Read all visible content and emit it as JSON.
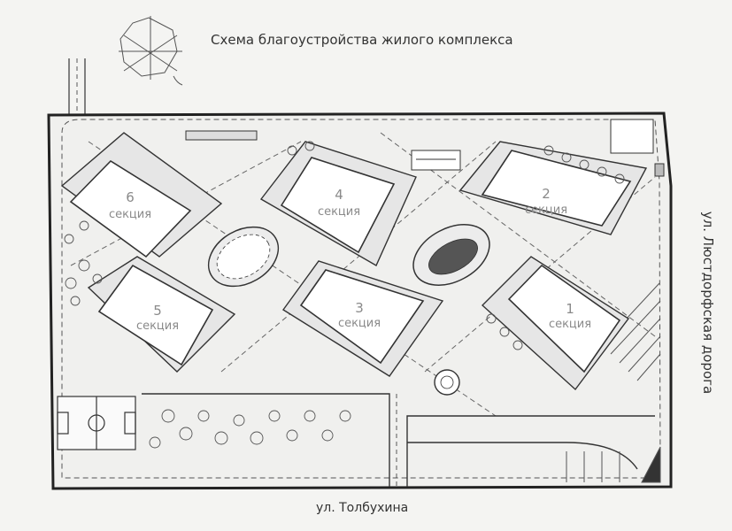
{
  "title": "Схема благоустройства жилого комплекса",
  "streets": {
    "bottom": "ул. Толбухина",
    "right": "ул. Люстдорфская дорога"
  },
  "section_word": "секция",
  "sections": [
    {
      "number": "1"
    },
    {
      "number": "2"
    },
    {
      "number": "3"
    },
    {
      "number": "4"
    },
    {
      "number": "5"
    },
    {
      "number": "6"
    }
  ],
  "colors": {
    "ink": "#333333",
    "building_fill": "#ffffff",
    "wing_fill": "#e6e6e6",
    "grass": "#d6d6d6",
    "label_gray": "#8a8a8a"
  },
  "icons": [
    "compass-rose-icon"
  ]
}
